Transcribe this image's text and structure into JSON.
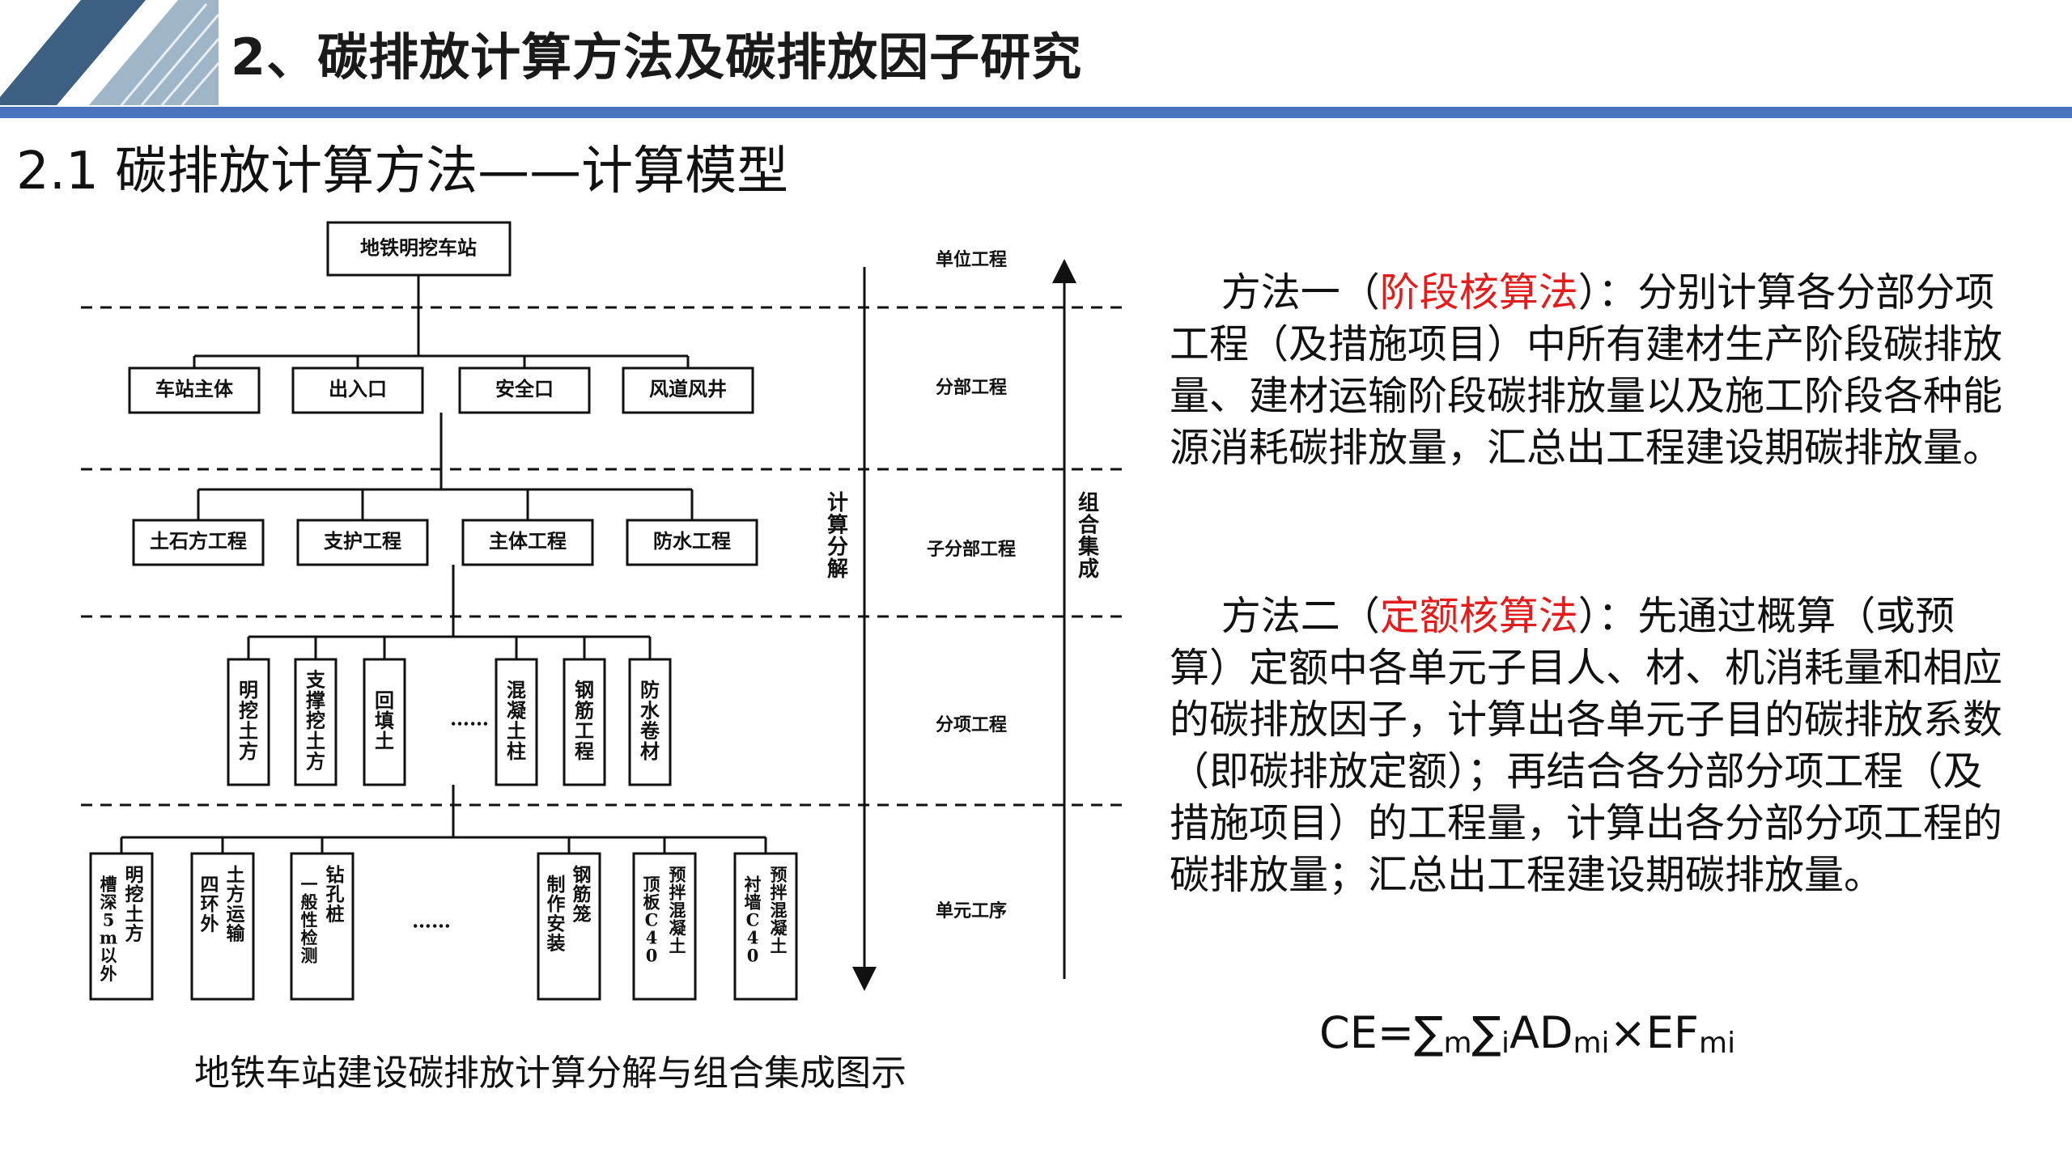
{
  "header": {
    "title": "2、碳排放计算方法及碳排放因子研究"
  },
  "section_title": "2.1 碳排放计算方法——计算模型",
  "diagram": {
    "top": "地铁明挖车站",
    "level_labels": [
      "单位工程",
      "分部工程",
      "子分部工程",
      "分项工程",
      "单元工序"
    ],
    "divisions": [
      "车站主体",
      "出入口",
      "安全口",
      "风道风井"
    ],
    "subdivisions": [
      "土石方工程",
      "支护工程",
      "主体工程",
      "防水工程"
    ],
    "items": [
      "明挖土方",
      "支撑挖土方",
      "回填土",
      "……",
      "混凝土柱",
      "钢筋工程",
      "防水卷材"
    ],
    "units": [
      {
        "lines": [
          "明挖土方",
          "槽深5m以外"
        ]
      },
      {
        "lines": [
          "土方运输",
          "四环外"
        ]
      },
      {
        "lines": [
          "钻孔桩",
          "一般性检测"
        ]
      },
      {
        "lines": [
          "……"
        ]
      },
      {
        "lines": [
          "钢筋笼",
          "制作安装"
        ]
      },
      {
        "lines": [
          "预拌混凝土",
          "顶板C40"
        ]
      },
      {
        "lines": [
          "预拌混凝土",
          "衬墙C40"
        ]
      }
    ],
    "left_arrow_label": "计算分解",
    "right_arrow_label": "组合集成"
  },
  "caption": "地铁车站建设碳排放计算分解与组合集成图示",
  "method1": {
    "prefix": "方法一（",
    "name": "阶段核算法",
    "text": "）：分别计算各分部分项工程（及措施项目）中所有建材生产阶段碳排放量、建材运输阶段碳排放量以及施工阶段各种能源消耗碳排放量，汇总出工程建设期碳排放量。"
  },
  "method2": {
    "prefix": "方法二（",
    "name": "定额核算法",
    "text": "）：先通过概算（或预算）定额中各单元子目人、材、机消耗量和相应的碳排放因子，计算出各单元子目的碳排放系数（即碳排放定额）；再结合各分部分项工程（及措施项目）的工程量，计算出各分部分项工程的碳排放量；汇总出工程建设期碳排放量。"
  },
  "formula": {
    "part1": "CE=∑",
    "sub1": "m",
    "part2": "∑",
    "sub2": "i",
    "part3": "AD",
    "sub3": "mi",
    "part4": "×EF",
    "sub4": "mi"
  },
  "colors": {
    "accent_bar": "#4a73bd",
    "highlight": "#e31c1c",
    "deco_dark": "#3d5f82"
  }
}
